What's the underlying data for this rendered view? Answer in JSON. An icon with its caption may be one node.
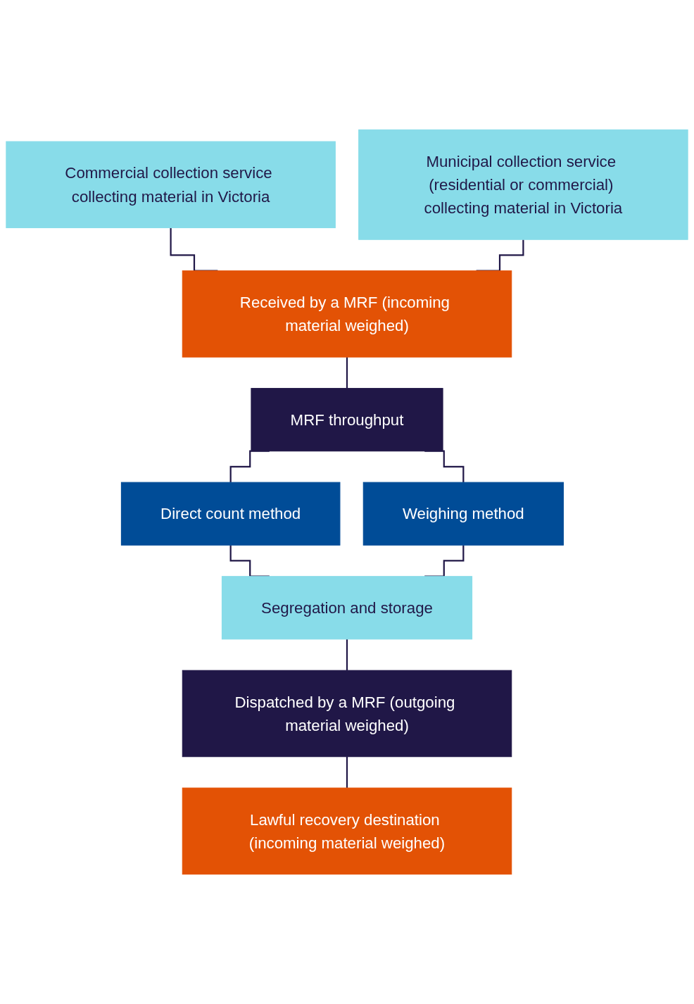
{
  "diagram": {
    "nodes": [
      {
        "text": [
          "Commercial collection service collecting material in Victoria"
        ]
      },
      {
        "text": [
          "Municipal collection service (residential or commercial) collecting material in Victoria"
        ]
      },
      {
        "text": [
          "Received by a MRF (incoming material weighed)"
        ]
      },
      {
        "text": [
          "MRF throughput"
        ]
      },
      {
        "text": [
          "Direct count method"
        ]
      },
      {
        "text": [
          "Weighing method"
        ]
      },
      {
        "text": [
          "Segregation and storage"
        ]
      },
      {
        "text": [
          "Dispatched by a MRF (outgoing material weighed)"
        ]
      },
      {
        "text": [
          "Lawful recovery destination (incoming material weighed)"
        ]
      }
    ],
    "edges": [
      {
        "from": 0,
        "to": 2,
        "arrow": "none"
      },
      {
        "from": 1,
        "to": 2,
        "arrow": "none"
      },
      {
        "from": 2,
        "to": 3,
        "arrow": "none"
      },
      {
        "from": 3,
        "to": 4,
        "arrow": "none"
      },
      {
        "from": 3,
        "to": 5,
        "arrow": "none"
      },
      {
        "from": 4,
        "to": 6,
        "arrow": "none"
      },
      {
        "from": 5,
        "to": 6,
        "arrow": "none"
      },
      {
        "from": 6,
        "to": 7,
        "arrow": "none"
      },
      {
        "from": 7,
        "to": 8,
        "arrow": "none"
      }
    ]
  }
}
